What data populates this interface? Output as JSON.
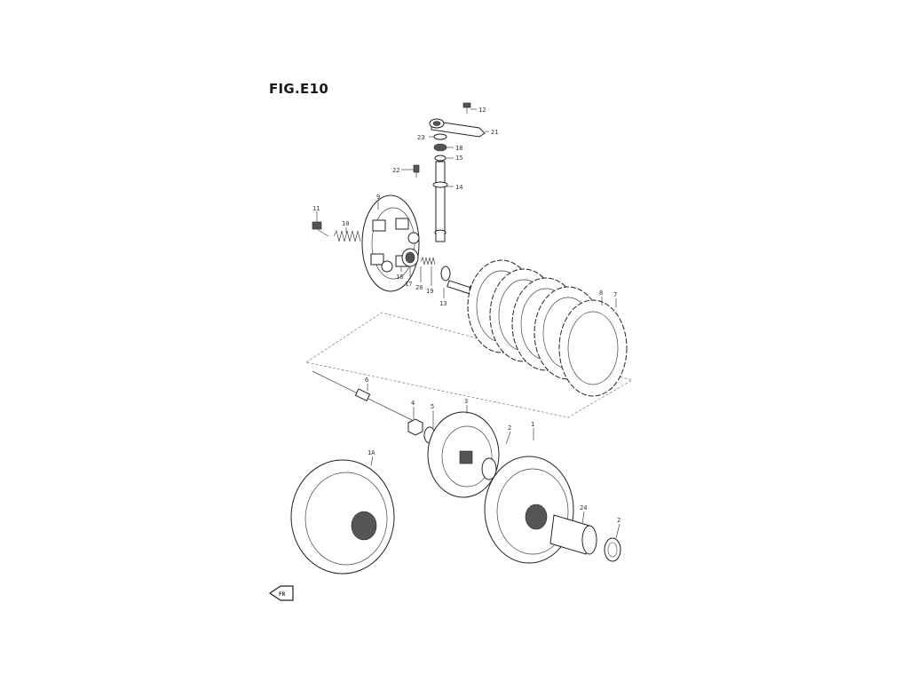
{
  "figure": {
    "title": "FIG.E10"
  },
  "parts": [
    {
      "id": "p12",
      "label": "12"
    },
    {
      "id": "p21",
      "label": "21"
    },
    {
      "id": "p23",
      "label": "23"
    },
    {
      "id": "p18",
      "label": "18"
    },
    {
      "id": "p15",
      "label": "15"
    },
    {
      "id": "p22",
      "label": "22"
    },
    {
      "id": "p14",
      "label": "14"
    },
    {
      "id": "p9",
      "label": "9"
    },
    {
      "id": "p11",
      "label": "11"
    },
    {
      "id": "p10",
      "label": "10"
    },
    {
      "id": "p16",
      "label": "16"
    },
    {
      "id": "p17",
      "label": "17"
    },
    {
      "id": "p20",
      "label": "20"
    },
    {
      "id": "p19",
      "label": "19"
    },
    {
      "id": "p13",
      "label": "13"
    },
    {
      "id": "p8",
      "label": "8"
    },
    {
      "id": "p7",
      "label": "7"
    },
    {
      "id": "p6",
      "label": "6"
    },
    {
      "id": "p4",
      "label": "4"
    },
    {
      "id": "p5",
      "label": "5"
    },
    {
      "id": "p3",
      "label": "3"
    },
    {
      "id": "p2a",
      "label": "2"
    },
    {
      "id": "p1",
      "label": "1"
    },
    {
      "id": "p1A",
      "label": "1A"
    },
    {
      "id": "p24",
      "label": "24"
    },
    {
      "id": "p2b",
      "label": "2"
    }
  ],
  "direction_marker": {
    "label": "FR",
    "icon": "front-direction-arrow-icon"
  }
}
